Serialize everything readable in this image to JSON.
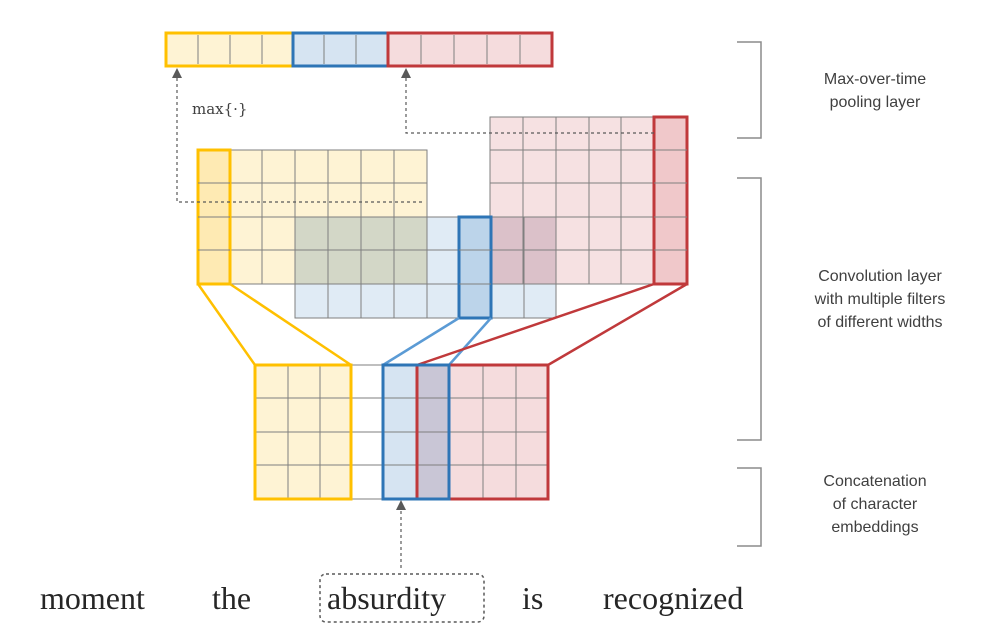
{
  "labels": {
    "pooling": [
      "Max-over-time",
      "pooling layer"
    ],
    "convolution": [
      "Convolution layer",
      "with multiple filters",
      "of different widths"
    ],
    "concatenation": [
      "Concatenation",
      "of character",
      "embeddings"
    ]
  },
  "max_operator": "max{·}",
  "sentence": [
    "moment",
    "the",
    "absurdity",
    "is",
    "recognized"
  ],
  "highlighted_word_index": 2,
  "colors": {
    "yellow": "#FFC000",
    "yellow_fill": "#FEF3D4",
    "blue": "#2E75B6",
    "blue_fill": "#D6E4F2",
    "red": "#C0393B",
    "red_fill": "#F5DCDD",
    "grid_line": "#7F7F7F",
    "arrow": "#595959"
  }
}
